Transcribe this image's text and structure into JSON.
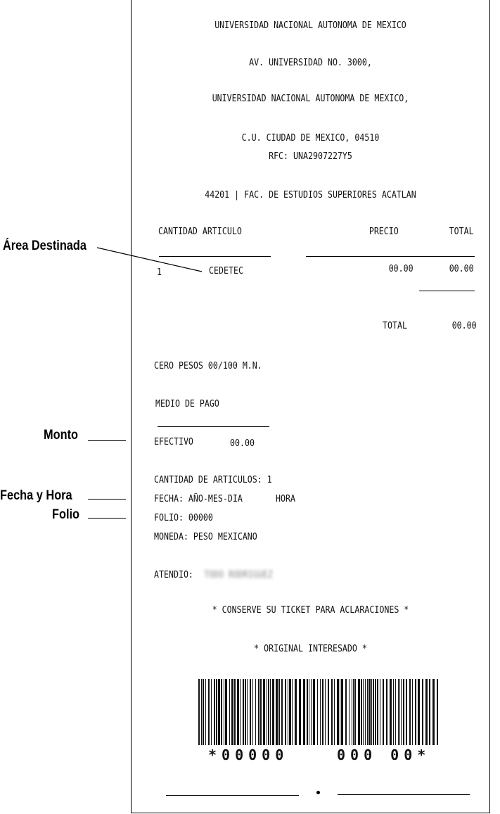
{
  "header": {
    "line1": "UNIVERSIDAD NACIONAL AUTONOMA DE MEXICO",
    "line2": "AV. UNIVERSIDAD NO. 3000,",
    "line3": "UNIVERSIDAD NACIONAL AUTONOMA DE MEXICO,",
    "line4": "C.U. CIUDAD DE MEXICO, 04510",
    "line5": "RFC: UNA2907227Y5",
    "line6": "44201 | FAC. DE ESTUDIOS SUPERIORES ACATLAN"
  },
  "table": {
    "col_qty_article": "CANTIDAD ARTICULO",
    "col_price": "PRECIO",
    "col_total": "TOTAL",
    "row": {
      "qty": "1",
      "article": "CEDETEC",
      "price": "00.00",
      "total": "00.00"
    },
    "total_label": "TOTAL",
    "total_value": "00.00"
  },
  "amount_words": "CERO PESOS 00/100 M.N.",
  "payment": {
    "title": "MEDIO DE PAGO",
    "method": "EFECTIVO",
    "amount": "00.00"
  },
  "details": {
    "items_count": "CANTIDAD DE ARTICULOS: 1",
    "date": "FECHA: AÑO-MES-DIA",
    "hour": "HORA",
    "folio": "FOLIO: 00000",
    "currency": "MONEDA: PESO MEXICANO",
    "attended_label": "ATENDIO:",
    "attended_name": "TODO RODRIGUEZ"
  },
  "footer": {
    "notice": "* CONSERVE SU TICKET PARA ACLARACIONES *",
    "copy": "* ORIGINAL INTERESADO *"
  },
  "barcode": {
    "left_digits": "*00000",
    "right_digits": "000 00*"
  },
  "annotations": {
    "area": "Área Destinada",
    "monto": "Monto",
    "fecha": "Fecha y Hora",
    "folio": "Folio"
  }
}
